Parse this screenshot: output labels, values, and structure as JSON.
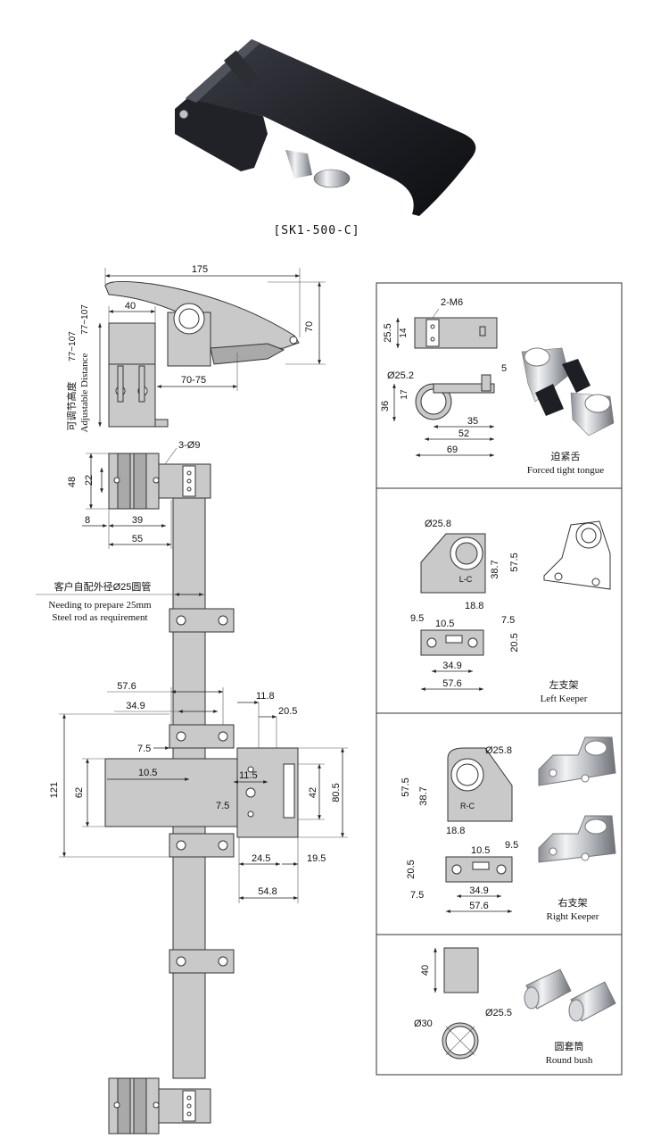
{
  "product": {
    "code": "[SK1-500-C]"
  },
  "main_dims": {
    "overall_length": "175",
    "height": "70",
    "base_width": "40",
    "adjust_range": "70-75",
    "adjustable_cn": "可调节高度",
    "adjustable_en": "Adjustable Distance",
    "adjust_value": "77~107",
    "holes": "3-Ø9",
    "w48": "48",
    "w22": "22",
    "w8": "8",
    "w39": "39",
    "w55": "55",
    "rod_cn": "客户自配外径Ø25圆管",
    "rod_en_1": "Needing to prepare 25mm",
    "rod_en_2": "Steel rod as requirement",
    "d57_6": "57.6",
    "d34_9": "34.9",
    "d11_8": "11.8",
    "d20_5": "20.5",
    "d7_5a": "7.5",
    "d121": "121",
    "d62": "62",
    "d10_5": "10.5",
    "d11_5": "11.5",
    "d7_5b": "7.5",
    "d42": "42",
    "d80_5": "80.5",
    "d24_5": "24.5",
    "d19_5": "19.5",
    "d54_8": "54.8"
  },
  "panels": {
    "tongue": {
      "m6": "2-M6",
      "d25_5": "25.5",
      "d14": "14",
      "d5": "5",
      "dia": "Ø25.2",
      "d17": "17",
      "d36": "36",
      "d35": "35",
      "d52": "52",
      "d69": "69",
      "label_cn": "迫紧舌",
      "label_en": "Forced tight tongue"
    },
    "left_keeper": {
      "dia": "Ø25.8",
      "d38_7": "38.7",
      "d57_5": "57.5",
      "d18_8": "18.8",
      "d9_5": "9.5",
      "d10_5": "10.5",
      "d7_5": "7.5",
      "d20_5": "20.5",
      "d34_9": "34.9",
      "d57_6": "57.6",
      "mark": "L-C",
      "label_cn": "左支架",
      "label_en": "Left Keeper"
    },
    "right_keeper": {
      "dia": "Ø25.8",
      "d57_5": "57.5",
      "d38_7": "38.7",
      "d18_8": "18.8",
      "d10_5": "10.5",
      "d9_5": "9.5",
      "d20_5": "20.5",
      "d7_5": "7.5",
      "d34_9": "34.9",
      "d57_6": "57.6",
      "mark": "R-C",
      "label_cn": "右支架",
      "label_en": "Right Keeper"
    },
    "bush": {
      "d40": "40",
      "d30": "Ø30",
      "d25_5": "Ø25.5",
      "label_cn": "圆套筒",
      "label_en": "Round bush"
    }
  }
}
